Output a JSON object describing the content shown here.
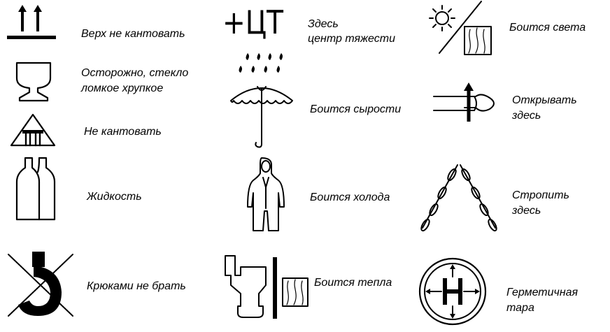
{
  "symbols": {
    "this_side_up": {
      "label": "Верх не кантовать"
    },
    "center_of_gravity": {
      "glyph": "+ЦТ",
      "line1": "Здесь",
      "line2": "центр тяжести"
    },
    "keep_from_light": {
      "label": "Боится света"
    },
    "fragile": {
      "line1": "Осторожно, стекло",
      "line2": "ломкое хрупкое"
    },
    "keep_dry": {
      "label": "Боится сырости"
    },
    "open_here": {
      "line1": "Открывать",
      "line2": "здесь"
    },
    "do_not_tilt": {
      "label": "Не кантовать"
    },
    "liquid": {
      "label": "Жидкость"
    },
    "keep_from_cold": {
      "label": "Боится холода"
    },
    "sling_here": {
      "line1": "Стропить",
      "line2": "здесь"
    },
    "no_hooks": {
      "label": "Крюками не брать"
    },
    "keep_from_heat": {
      "label": "Боится тепла"
    },
    "hermetic": {
      "line1": "Герметичная",
      "line2": "тара"
    }
  }
}
